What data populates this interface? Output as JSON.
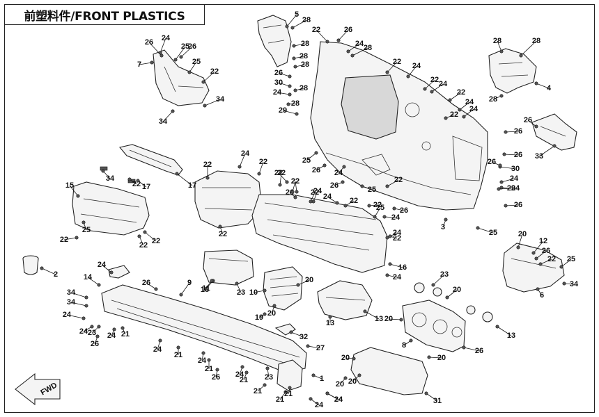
{
  "title": "前塑料件/FRONT PLASTICS",
  "direction_marker": "FWD",
  "parts": [
    {
      "id": "p1",
      "label": "1"
    },
    {
      "id": "p2",
      "label": "2"
    },
    {
      "id": "p3",
      "label": "3"
    },
    {
      "id": "p4",
      "label": "4"
    },
    {
      "id": "p5",
      "label": "5"
    },
    {
      "id": "p6",
      "label": "6"
    },
    {
      "id": "p7",
      "label": "7"
    },
    {
      "id": "p8",
      "label": "8"
    },
    {
      "id": "p9",
      "label": "9"
    },
    {
      "id": "p10",
      "label": "10"
    },
    {
      "id": "p11",
      "label": "11"
    },
    {
      "id": "p12",
      "label": "12"
    },
    {
      "id": "p13",
      "label": "13"
    },
    {
      "id": "p14",
      "label": "14"
    },
    {
      "id": "p15",
      "label": "15"
    },
    {
      "id": "p16",
      "label": "16"
    },
    {
      "id": "p17",
      "label": "17"
    },
    {
      "id": "p18",
      "label": "18"
    },
    {
      "id": "p19",
      "label": "19"
    },
    {
      "id": "p20",
      "label": "20"
    },
    {
      "id": "p21",
      "label": "21"
    },
    {
      "id": "p22",
      "label": "22"
    },
    {
      "id": "p23",
      "label": "23"
    },
    {
      "id": "p24",
      "label": "24"
    },
    {
      "id": "p25",
      "label": "25"
    },
    {
      "id": "p26",
      "label": "26"
    },
    {
      "id": "p27",
      "label": "27"
    },
    {
      "id": "p28",
      "label": "28"
    },
    {
      "id": "p29",
      "label": "29"
    },
    {
      "id": "p30",
      "label": "30"
    },
    {
      "id": "p31",
      "label": "31"
    },
    {
      "id": "p32",
      "label": "32"
    },
    {
      "id": "p33",
      "label": "33"
    },
    {
      "id": "p34",
      "label": "34"
    }
  ],
  "callouts": [
    "5",
    "28",
    "28",
    "28",
    "28",
    "22",
    "26",
    "24",
    "28",
    "26",
    "30",
    "24",
    "29",
    "22",
    "24",
    "22",
    "24",
    "22",
    "24",
    "22",
    "24",
    "28",
    "28",
    "28",
    "28",
    "4",
    "28",
    "26",
    "26",
    "33",
    "26",
    "24",
    "30",
    "24",
    "29",
    "26",
    "25",
    "25",
    "26",
    "22",
    "24",
    "26",
    "25",
    "22",
    "26",
    "24",
    "22",
    "22",
    "24",
    "22",
    "26",
    "24",
    "22",
    "3",
    "22",
    "24",
    "22",
    "22",
    "22",
    "24",
    "25",
    "26",
    "26",
    "24",
    "25",
    "25",
    "22",
    "34",
    "7",
    "34",
    "26",
    "34",
    "22",
    "17",
    "17",
    "25",
    "15",
    "22",
    "22",
    "22",
    "22",
    "16",
    "24",
    "2",
    "24",
    "14",
    "9",
    "26",
    "11",
    "23",
    "18",
    "10",
    "20",
    "20",
    "19",
    "20",
    "23",
    "20",
    "13",
    "13",
    "13",
    "32",
    "27",
    "8",
    "26",
    "20",
    "12",
    "26",
    "22",
    "25",
    "34",
    "6",
    "34",
    "34",
    "24",
    "23",
    "24",
    "26",
    "24",
    "21",
    "24",
    "21",
    "24",
    "21",
    "26",
    "24",
    "21",
    "23",
    "21",
    "21",
    "21",
    "24",
    "1",
    "24",
    "20",
    "20",
    "20",
    "31",
    "20",
    "24",
    "22"
  ]
}
